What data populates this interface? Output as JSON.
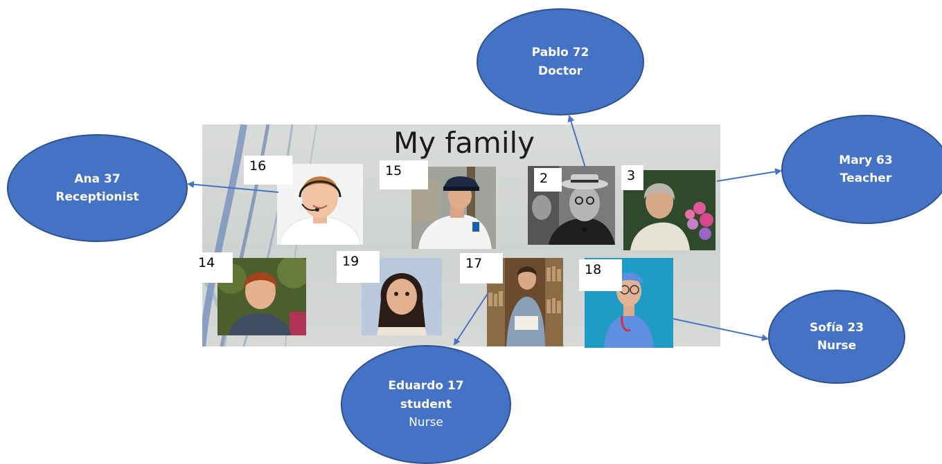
{
  "title": "My family",
  "colors": {
    "bubble_fill": "#4472c4",
    "bubble_border": "#2f528f",
    "arrow": "#4472c4"
  },
  "numbers": {
    "n16": "16",
    "n15": "15",
    "n2": "2",
    "n3": "3",
    "n14": "14",
    "n19": "19",
    "n17": "17",
    "n18": "18"
  },
  "people": {
    "pablo": {
      "line1": "Pablo 72",
      "line2": "Doctor"
    },
    "mary": {
      "line1": "Mary 63",
      "line2": "Teacher"
    },
    "ana": {
      "line1": "Ana 37",
      "line2": "Receptionist"
    },
    "sofia": {
      "line1": "Sofía 23",
      "line2": "Nurse"
    },
    "eduardo": {
      "line1": "Eduardo 17",
      "line2": "student",
      "line3": "Nurse"
    }
  }
}
